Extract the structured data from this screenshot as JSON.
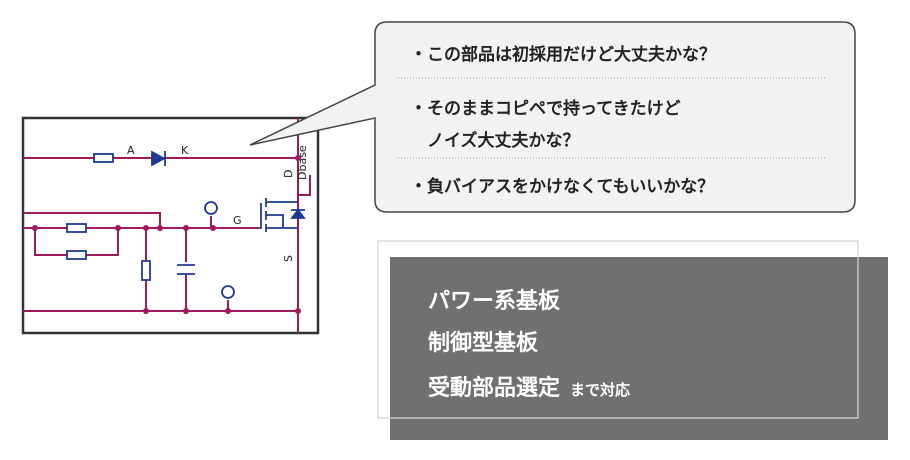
{
  "circuit": {
    "labels": {
      "anode": "A",
      "cathode": "K",
      "drain": "D",
      "dbase": "Dbase",
      "gate": "G",
      "source": "S"
    }
  },
  "bubble": {
    "items": [
      "・この部品は初採用だけど大丈夫かな？",
      "・そのままコピペで持ってきたけど",
      "　ノイズ大丈夫かな？",
      "・負バイアスをかけなくてもいいかな？"
    ]
  },
  "services": {
    "items": [
      "パワー系基板",
      "制御型基板",
      "受動部品選定"
    ],
    "suffix": "まで対応"
  },
  "colors": {
    "wire": "#a0195a",
    "component": "#1f3a93",
    "panel": "#707070",
    "bubble": "#f2f2f2"
  }
}
